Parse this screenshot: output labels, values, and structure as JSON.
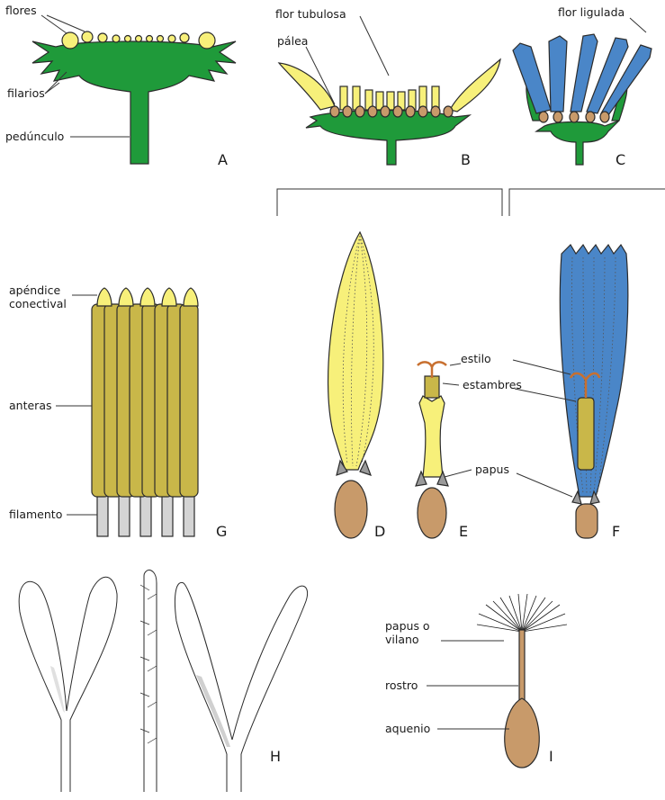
{
  "labels": {
    "flores": "flores",
    "filarios": "filarios",
    "pedunculo": "pedúnculo",
    "flor_tubulosa": "flor tubulosa",
    "palea": "pálea",
    "flor_ligulada": "flor ligulada",
    "apendice_1": "apéndice",
    "apendice_2": "conectival",
    "anteras": "anteras",
    "filamento": "filamento",
    "estilo": "estilo",
    "estambres": "estambres",
    "papus": "papus",
    "papus_vilano_1": "papus o",
    "papus_vilano_2": "vilano",
    "rostro": "rostro",
    "aquenio": "aquenio"
  },
  "panels": [
    "A",
    "B",
    "C",
    "D",
    "E",
    "F",
    "G",
    "H",
    "I"
  ],
  "colors": {
    "receptacle": "#1f9a3a",
    "ray_yellow": "#f7f07a",
    "ray_blue": "#4a86c8",
    "achene": "#c89a6a",
    "anther": "#c9b749",
    "filament": "#d4d4d4"
  }
}
